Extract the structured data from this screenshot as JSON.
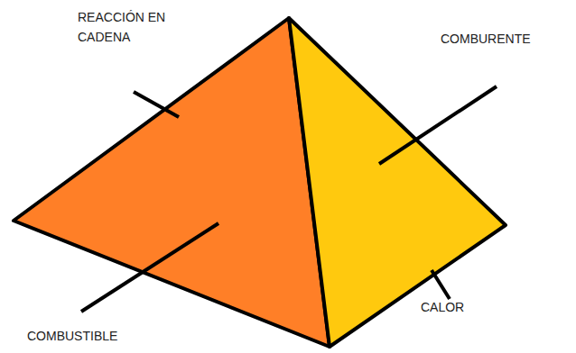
{
  "diagram": {
    "labels": [
      "REACCIÓN EN CADENA",
      "COMBURENTE",
      "COMBUSTIBLE",
      "CALOR"
    ]
  }
}
